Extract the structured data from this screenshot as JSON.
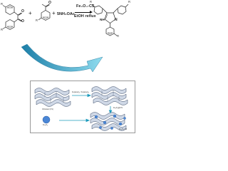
{
  "reaction": {
    "r_label": "R",
    "ketone_o": "O",
    "ketone_o2": "O",
    "aldehyde_o": "O",
    "aldehyde_h": "H",
    "product_n": "N",
    "product_nh": "NH",
    "plus1": "+",
    "plus2": "+",
    "reagent": "5NH₄OAc",
    "catalyst": "Fe₃O₄-CS",
    "conditions": "EtOH reflux"
  },
  "inset": {
    "label_chitosan": "Chitosan (CS)",
    "label_reagent": "Fe(acac)₂ / Fe(acac)₃",
    "label_fe3o4": "Fe₃O₄@CS",
    "label_np": "Fe₃O₄",
    "label_product": "Fe₃O₄-CS",
    "colors": {
      "chain_fill": "#cfd8e6",
      "chain_stroke": "#394a66",
      "nanoparticle": "#4a86d6",
      "arrow": "#1d9bbd"
    }
  },
  "colors": {
    "arc_arrow_start": "#1d7fa8",
    "arc_arrow_end": "#7fd6ea"
  }
}
